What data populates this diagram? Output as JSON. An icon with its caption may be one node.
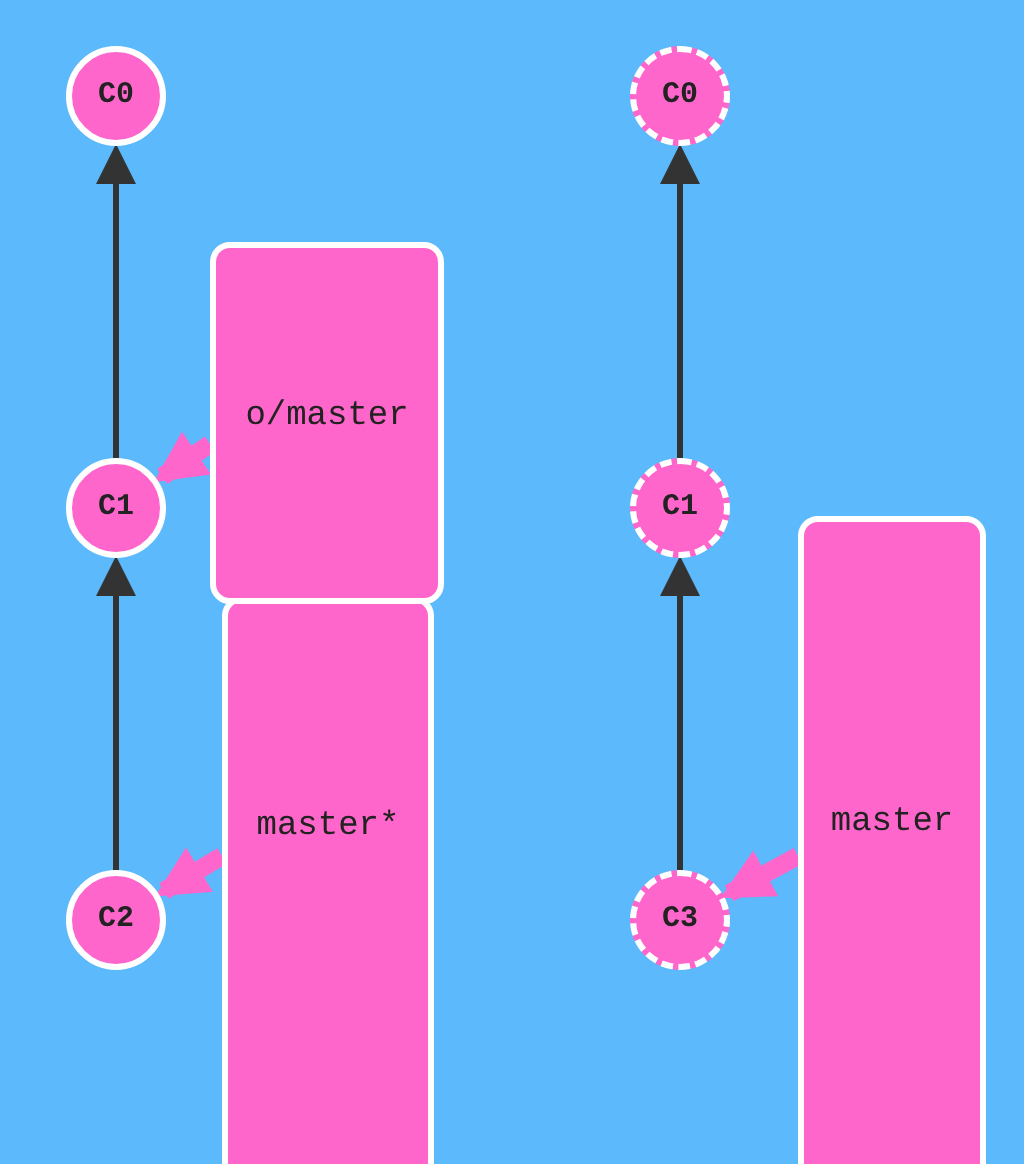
{
  "diagram": {
    "nodes": [
      {
        "text": [
          "C0"
        ]
      },
      {
        "text": [
          "C1"
        ]
      },
      {
        "text": [
          "C2"
        ]
      },
      {
        "text": [
          "o/master"
        ]
      },
      {
        "text": [
          "master*"
        ]
      },
      {
        "text": [
          "C0"
        ]
      },
      {
        "text": [
          "C1"
        ]
      },
      {
        "text": [
          "C3"
        ]
      },
      {
        "text": [
          "master"
        ]
      }
    ],
    "edges": [
      {
        "from": 1,
        "to": 0,
        "arrow": "to"
      },
      {
        "from": 2,
        "to": 1,
        "arrow": "to"
      },
      {
        "from": 3,
        "to": 1,
        "arrow": "to",
        "style": "thick",
        "color": "#ff66cc"
      },
      {
        "from": 4,
        "to": 2,
        "arrow": "to",
        "style": "thick",
        "color": "#ff66cc"
      },
      {
        "from": 6,
        "to": 5,
        "arrow": "to"
      },
      {
        "from": 7,
        "to": 6,
        "arrow": "to"
      },
      {
        "from": 8,
        "to": 7,
        "arrow": "to",
        "style": "thick",
        "color": "#ff66cc"
      }
    ]
  }
}
